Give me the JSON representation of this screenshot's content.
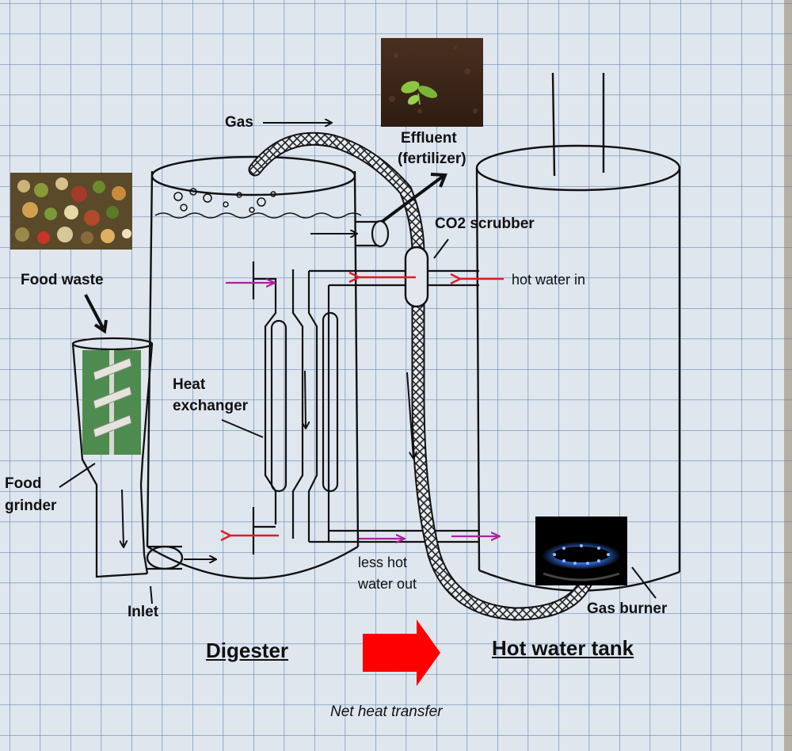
{
  "labels": {
    "gas": "Gas",
    "effluent_line1": "Effluent",
    "effluent_line2": "(fertilizer)",
    "co2_scrubber": "CO2 scrubber",
    "hot_water_in": "hot water in",
    "food_waste": "Food waste",
    "heat_line1": "Heat",
    "heat_line2": "exchanger",
    "food_line1": "Food",
    "food_line2": "grinder",
    "less_hot_line1": "less hot",
    "less_hot_line2": "water out",
    "inlet": "Inlet",
    "gas_burner": "Gas burner",
    "digester": "Digester",
    "hot_water_tank": "Hot water tank",
    "net_heat_transfer": "Net heat transfer"
  },
  "colors": {
    "paper": "#dfe6ee",
    "grid": "#5c7fae",
    "ink": "#111111",
    "red_arrow": "#e01b24",
    "magenta_arrow": "#b0209a",
    "net_heat_arrow": "#ff0000"
  },
  "photos": {
    "seedling": "seedling-in-soil-photo",
    "food_waste": "food-waste-pile-photo",
    "grinder": "auger-screw-photo",
    "flame": "gas-flame-photo"
  }
}
